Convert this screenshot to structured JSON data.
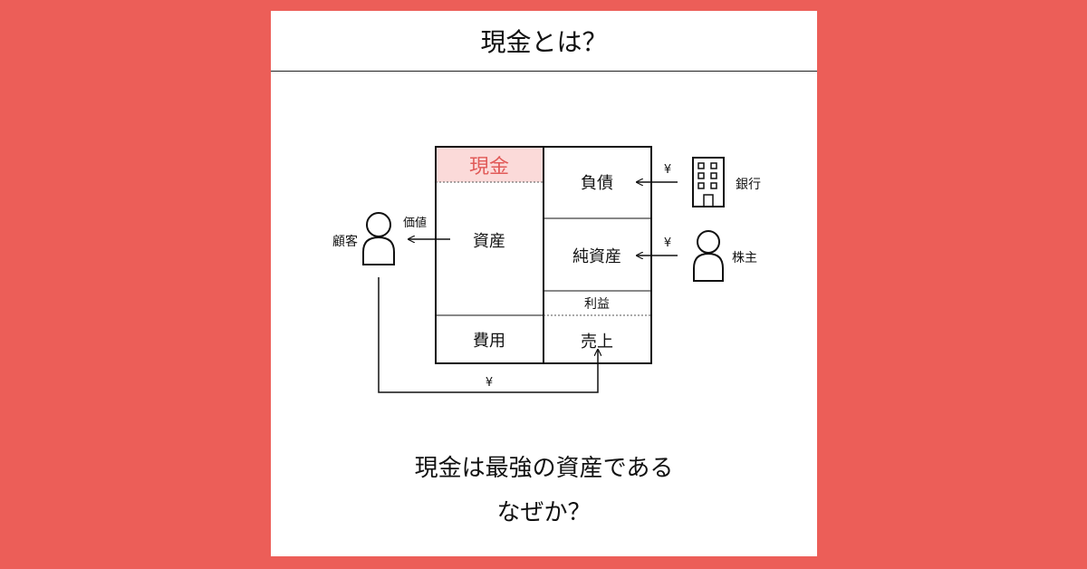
{
  "title": "現金とは？",
  "balance_sheet": {
    "cash": "現金",
    "assets": "資産",
    "expenses": "費用",
    "liabilities": "負債",
    "net_assets": "純資産",
    "profit": "利益",
    "sales": "売上"
  },
  "actors": {
    "customer": "顧客",
    "bank": "銀行",
    "shareholder": "株主"
  },
  "flows": {
    "value": "価値",
    "yen_bank": "¥",
    "yen_shareholder": "¥",
    "yen_customer": "¥"
  },
  "bottom": {
    "line1": "現金は最強の資産である",
    "line2": "なぜか？"
  },
  "colors": {
    "background": "#ec5e58",
    "cash_highlight_fill": "#fbdad9",
    "cash_text": "#e15a58"
  }
}
